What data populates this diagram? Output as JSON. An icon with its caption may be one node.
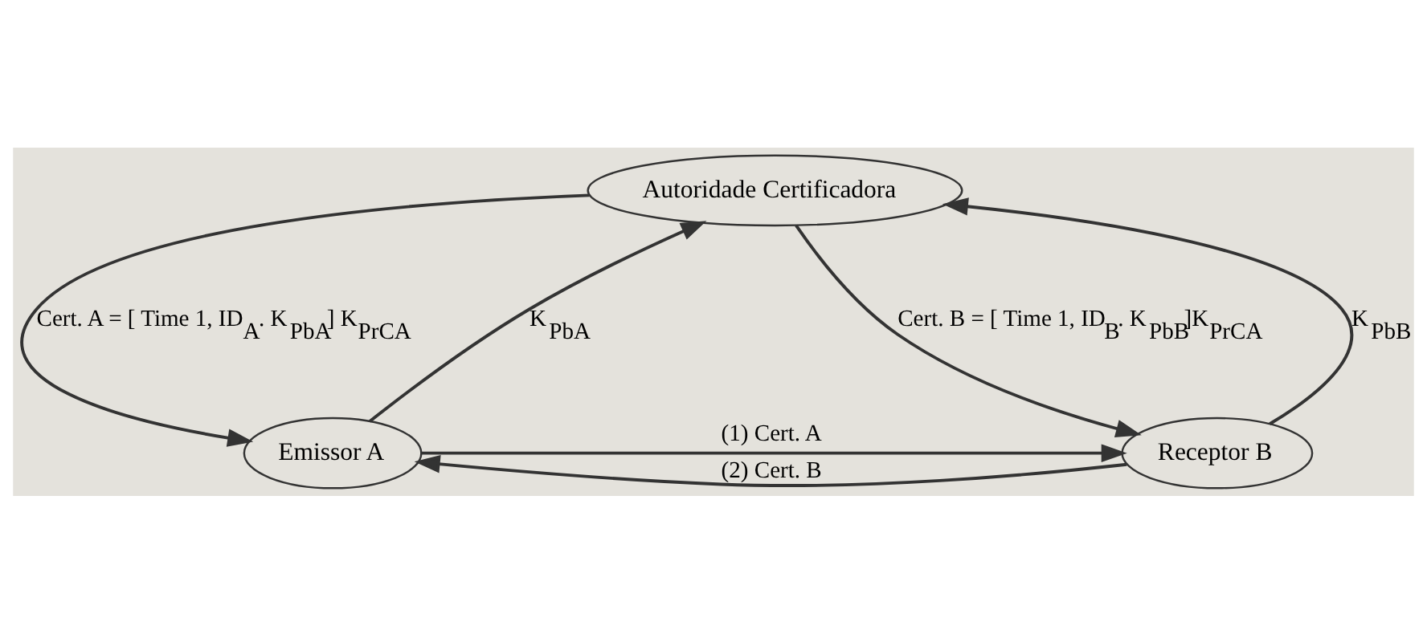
{
  "diagram": {
    "nodes": [
      {
        "text": [
          "Autoridade Certificadora"
        ]
      },
      {
        "text": [
          "Emissor A"
        ]
      },
      {
        "text": [
          "Receptor B"
        ]
      }
    ],
    "edges": [
      {
        "from": 1,
        "to": 0,
        "arrow": "to",
        "label": "K$_{PbA}$"
      },
      {
        "from": 0,
        "to": 1,
        "arrow": "to",
        "label": "Cert. A = [ Time 1, ID$_{A}$. K$_{PbA}$] K$_{PrCA}$"
      },
      {
        "from": 2,
        "to": 0,
        "arrow": "to",
        "label": "K$_{PbB}$"
      },
      {
        "from": 0,
        "to": 2,
        "arrow": "to",
        "label": "Cert. B = [ Time 1, ID$_{B}$. K$_{PbB}$]K$_{PrCA}$"
      },
      {
        "from": 1,
        "to": 2,
        "arrow": "to",
        "label": "(1) Cert. A"
      },
      {
        "from": 2,
        "to": 1,
        "arrow": "to",
        "label": "(2) Cert. B"
      }
    ]
  }
}
